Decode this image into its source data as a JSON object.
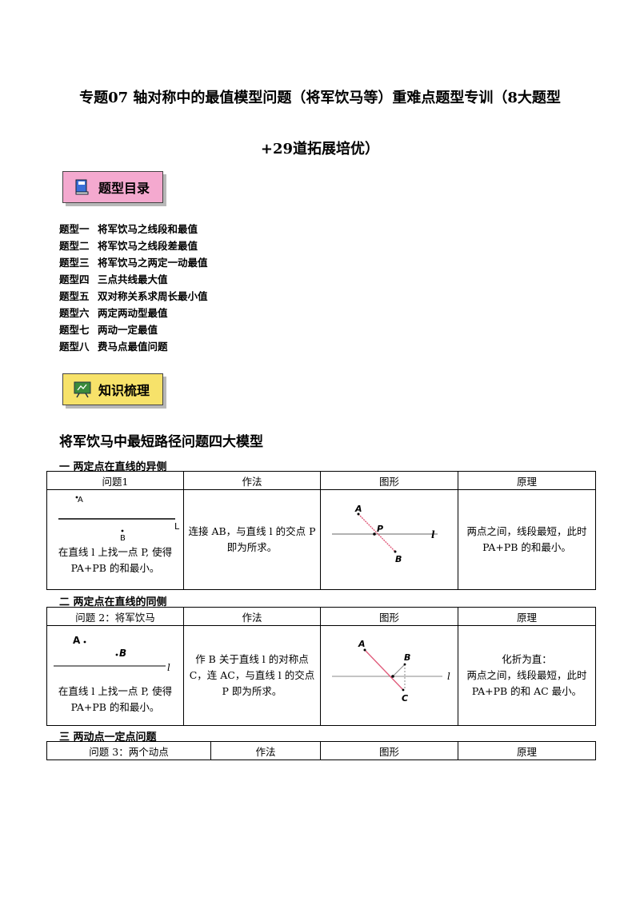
{
  "title_line1": "专题07 轴对称中的最值模型问题（将军饮马等）重难点题型专训（8大题型",
  "title_line2": "+29道拓展培优）",
  "badge_toc": {
    "label": "题型目录",
    "icon": "book-icon"
  },
  "toc": [
    {
      "prefix": "题型一",
      "text": "将军饮马之线段和最值"
    },
    {
      "prefix": "题型二",
      "text": "将军饮马之线段差最值"
    },
    {
      "prefix": "题型三",
      "text": "将军饮马之两定一动最值"
    },
    {
      "prefix": "题型四",
      "text": "三点共线最大值"
    },
    {
      "prefix": "题型五",
      "text": "双对称关系求周长最小值"
    },
    {
      "prefix": "题型六",
      "text": "两定两动型最值"
    },
    {
      "prefix": "题型七",
      "text": "两动一定最值"
    },
    {
      "prefix": "题型八",
      "text": "费马点最值问题"
    }
  ],
  "badge_knowledge": {
    "label": "知识梳理",
    "icon": "blackboard-icon"
  },
  "heading": "将军饮马中最短路径问题四大模型",
  "section1": {
    "title": "一 两定点在直线的异侧",
    "headers": [
      "问题1",
      "作法",
      "图形",
      "原理"
    ],
    "problem": "在直线 l 上找一点 P, 使得 PA+PB 的和最小。",
    "method": "连接 AB，与直线 l 的交点 P 即为所求。",
    "principle": "两点之间，线段最短，此时 PA+PB 的和最小。",
    "sketch_labels": {
      "a": "A",
      "b": "B",
      "line": "L"
    },
    "figure_labels": {
      "a": "A",
      "p": "P",
      "b": "B",
      "line": "l"
    }
  },
  "section2": {
    "title": "二 两定点在直线的同侧",
    "headers": [
      "问题 2：将军饮马",
      "作法",
      "图形",
      "原理"
    ],
    "problem": "在直线 l 上找一点 P, 使得 PA+PB 的和最小。",
    "method": "作 B 关于直线 l 的对称点 C，连 AC，与直线 l 的交点 P 即为所求。",
    "principle_title": "化折为直：",
    "principle": "两点之间，线段最短，此时 PA+PB 的和 AC 最小。",
    "sketch_labels": {
      "a": "A",
      "b": "B",
      "line": "l"
    },
    "figure_labels": {
      "a": "A",
      "b": "B",
      "c": "C",
      "line": "l"
    }
  },
  "section3": {
    "title": "三 两动点一定点问题",
    "headers": [
      "问题 3：两个动点",
      "作法",
      "图形",
      "原理"
    ]
  },
  "colors": {
    "pink_badge": "#f4a9cf",
    "yellow_badge": "#f7e26a",
    "segment_red": "#e05a7a"
  }
}
